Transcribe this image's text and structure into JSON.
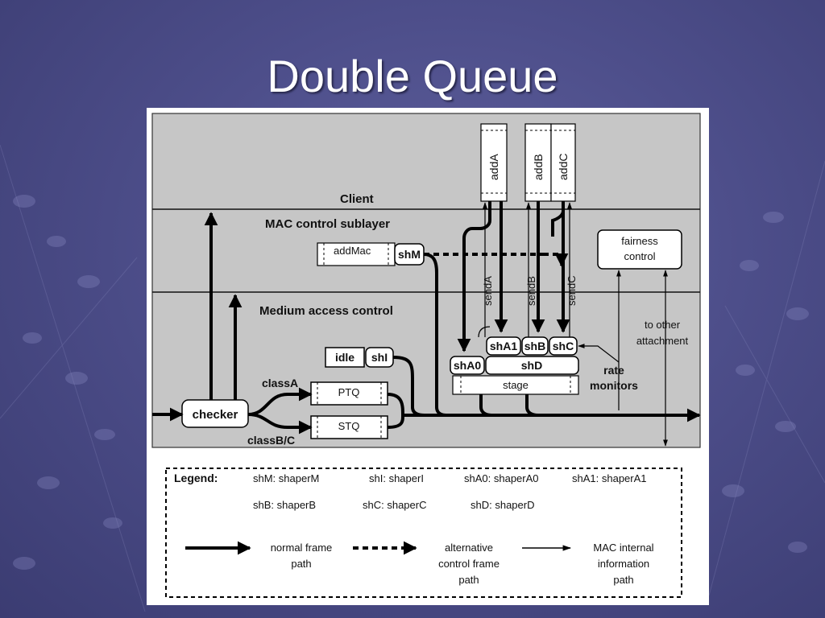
{
  "slide": {
    "title": "Double Queue"
  },
  "diagram": {
    "layers": {
      "client": "Client",
      "mac_control": "MAC control sublayer",
      "medium_access": "Medium access control"
    },
    "buffers": {
      "addA": "addA",
      "addB": "addB",
      "addC": "addC",
      "addMac": "addMac",
      "ptq": "PTQ",
      "stq": "STQ",
      "stage": "stage"
    },
    "shapers": {
      "shM": "shM",
      "shI": "shI",
      "shA0": "shA0",
      "shA1": "shA1",
      "shB": "shB",
      "shC": "shC",
      "shD": "shD"
    },
    "boxes": {
      "idle": "idle",
      "checker": "checker",
      "fairness_line1": "fairness",
      "fairness_line2": "control"
    },
    "signals": {
      "sendA": "sendA",
      "sendB": "sendB",
      "sendC": "sendC"
    },
    "labels": {
      "classA": "classA",
      "classBC": "classB/C",
      "rate_line1": "rate",
      "rate_line2": "monitors",
      "other_line1": "to other",
      "other_line2": "attachment"
    }
  },
  "legend": {
    "title": "Legend:",
    "abbr": [
      "shM: shaperM",
      "shI: shaperI",
      "shA0: shaperA0",
      "shA1: shaperA1",
      "shB: shaperB",
      "shC: shaperC",
      "shD: shaperD"
    ],
    "paths": {
      "normal_line1": "normal frame",
      "normal_line2": "path",
      "alt_line1": "alternative",
      "alt_line2": "control frame",
      "alt_line3": "path",
      "mac_line1": "MAC internal",
      "mac_line2": "information",
      "mac_line3": "path"
    }
  }
}
